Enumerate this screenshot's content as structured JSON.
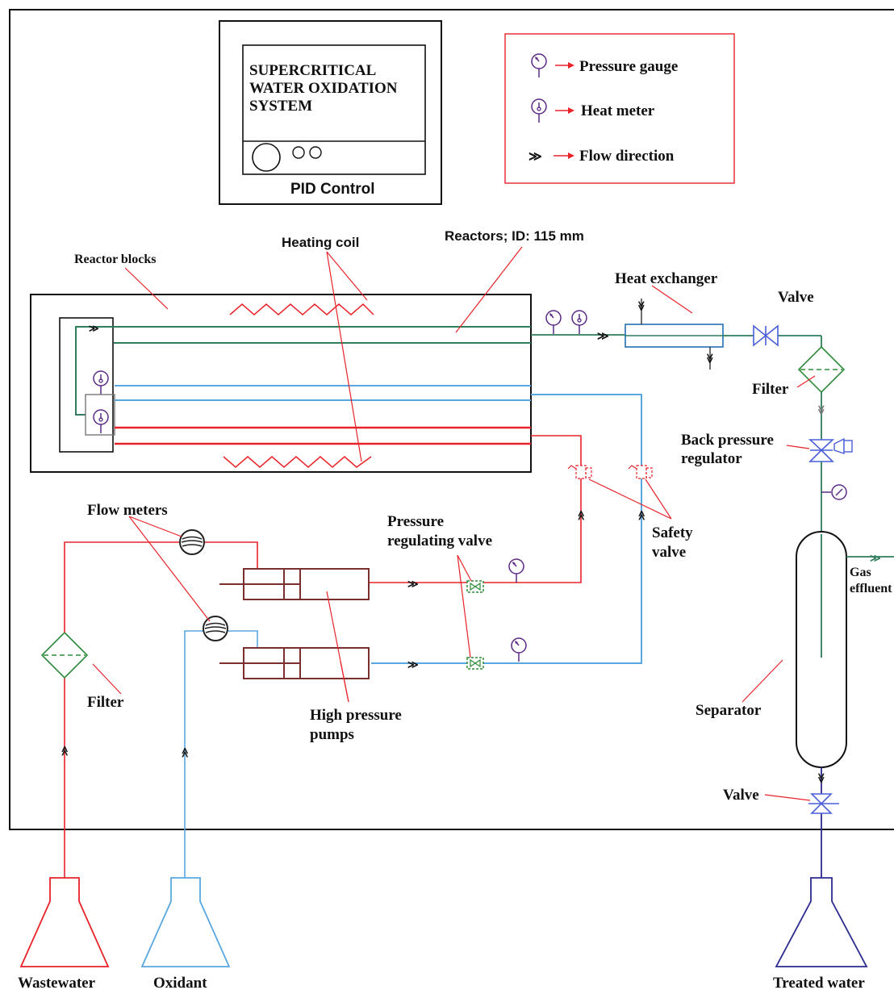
{
  "pid_panel": {
    "title_lines": [
      "SUPERCRITICAL",
      "WATER OXIDATION",
      "SYSTEM"
    ],
    "label": "PID Control"
  },
  "legend": {
    "items": [
      {
        "icon": "pressure-gauge-icon",
        "label": "Pressure gauge"
      },
      {
        "icon": "heat-meter-icon",
        "label": "Heat meter"
      },
      {
        "icon": "flow-direction-icon",
        "label": "Flow direction"
      }
    ]
  },
  "labels": {
    "heating_coil": "Heating coil",
    "reactors": "Reactors; ID: 115 mm",
    "reactor_blocks": "Reactor blocks",
    "heat_exchanger": "Heat exchanger",
    "valve_top": "Valve",
    "filter_right": "Filter",
    "back_pressure_1": "Back pressure",
    "back_pressure_2": "regulator",
    "flow_meters": "Flow meters",
    "prv_1": "Pressure",
    "prv_2": "regulating valve",
    "safety_1": "Safety",
    "safety_2": "valve",
    "gas_1": "Gas",
    "gas_2": "effluent",
    "filter_left": "Filter",
    "hp_pumps_1": "High pressure",
    "hp_pumps_2": "pumps",
    "separator": "Separator",
    "valve_bottom": "Valve",
    "wastewater": "Wastewater",
    "oxidant": "Oxidant",
    "treated_water": "Treated water"
  },
  "colors": {
    "wastewater_line": "#e8232a",
    "oxidant_line": "#5aa7e0",
    "product_line": "#2e7d5b",
    "treated_line": "#2b2b8f",
    "equipment": "#7a2e2e",
    "instrument": "#5b2a86",
    "leader": "#e8232a"
  }
}
